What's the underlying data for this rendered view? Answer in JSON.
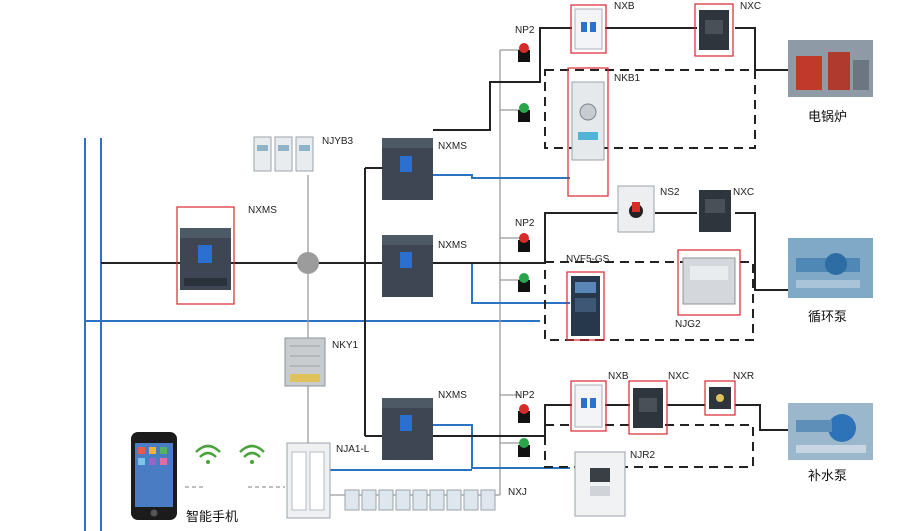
{
  "labels": {
    "nxms_main": "NXMS",
    "njyb3": "NJYB3",
    "nxms_1": "NXMS",
    "nxms_2": "NXMS",
    "nxms_3": "NXMS",
    "nky1": "NKY1",
    "nja1l": "NJA1-L",
    "nxj": "NXJ",
    "phone": "智能手机",
    "np2_1": "NP2",
    "np2_2": "NP2",
    "np2_3": "NP2",
    "nxb_1": "NXB",
    "nxc_1": "NXC",
    "nkb1": "NKB1",
    "ns2": "NS2",
    "nxc_2": "NXC",
    "nvf5": "NVF5-GS",
    "njg2": "NJG2",
    "nxb_2": "NXB",
    "nxc_3": "NXC",
    "nxr": "NXR",
    "njr2": "NJR2",
    "boiler": "电锅炉",
    "circ_pump": "循环泵",
    "feed_pump": "补水泵"
  },
  "colors": {
    "black_wire": "#222222",
    "blue_wire": "#2b74c4",
    "gray_wire": "#9a9a9a",
    "highlight": "#d9262c"
  },
  "icons": {
    "breaker": "molded-case-breaker-icon",
    "meter": "din-meter-icon",
    "relay": "relay-icon",
    "wifi": "wifi-icon"
  }
}
